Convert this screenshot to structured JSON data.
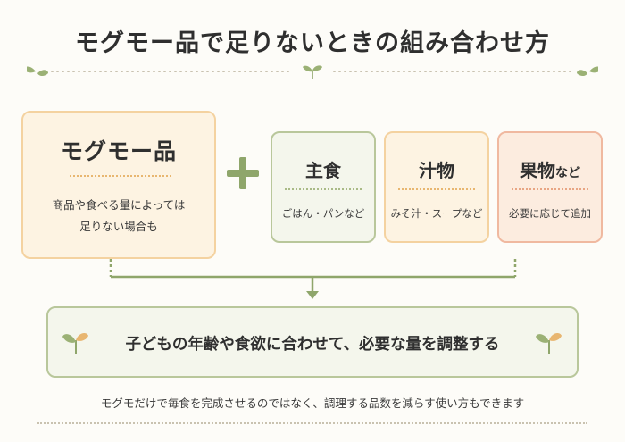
{
  "title": "モグモー品で足りないときの組み合わせ方",
  "main_card": {
    "title": "モグモー品",
    "desc_line1": "商品や食べる量によっては",
    "desc_line2": "足りない場合も"
  },
  "side_cards": [
    {
      "title": "主食",
      "suffix": "",
      "desc": "ごはん・パンなど"
    },
    {
      "title": "汁物",
      "suffix": "",
      "desc": "みそ汁・スープなど"
    },
    {
      "title": "果物",
      "suffix": "など",
      "desc": "必要に応じて追加"
    }
  ],
  "result_text": "子どもの年齢や食欲に合わせて、必要な量を調整する",
  "footer_text": "モグモだけで毎食を完成させるのではなく、調理する品数を減らす使い方もできます",
  "colors": {
    "green": "#8fa66b",
    "orange_border": "#f4d2a0",
    "orange_dots": "#e8b670"
  },
  "icons": [
    "sprout-icon",
    "plus-icon",
    "arrow-down-icon",
    "leaf-icon"
  ]
}
